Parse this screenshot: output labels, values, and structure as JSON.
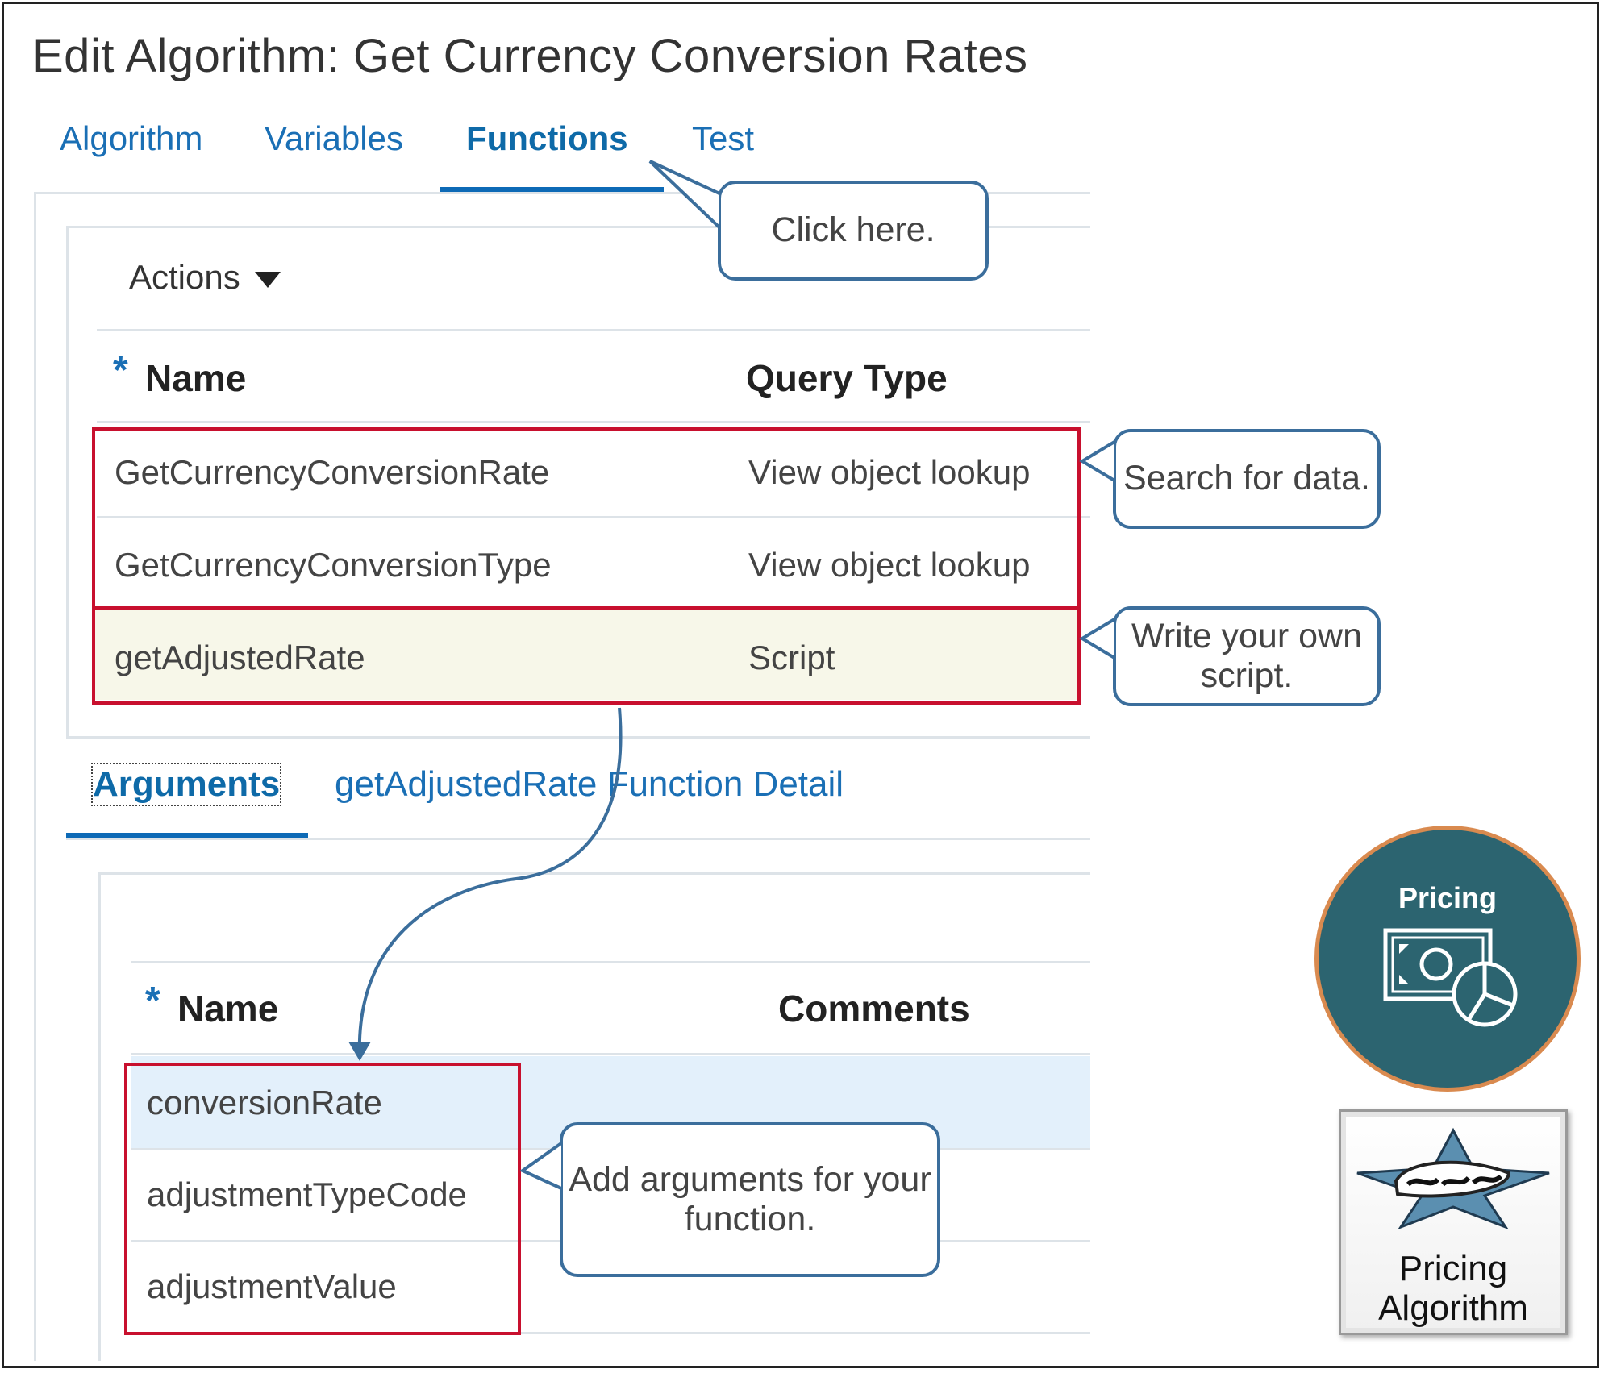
{
  "page_title": "Edit Algorithm: Get Currency Conversion Rates",
  "tabs": [
    {
      "label": "Algorithm"
    },
    {
      "label": "Variables"
    },
    {
      "label": "Functions"
    },
    {
      "label": "Test"
    }
  ],
  "actions_label": "Actions",
  "functions_table": {
    "required_marker": "*",
    "headers": [
      "Name",
      "Query Type"
    ],
    "rows": [
      {
        "name": "GetCurrencyConversionRate",
        "query_type": "View object lookup"
      },
      {
        "name": "GetCurrencyConversionType",
        "query_type": "View object lookup"
      },
      {
        "name": "getAdjustedRate",
        "query_type": "Script"
      }
    ]
  },
  "subtabs": [
    {
      "label": "Arguments"
    },
    {
      "label": "getAdjustedRate Function Detail"
    }
  ],
  "arguments_table": {
    "required_marker": "*",
    "headers": [
      "Name",
      "Comments"
    ],
    "rows": [
      {
        "name": "conversionRate"
      },
      {
        "name": "adjustmentTypeCode"
      },
      {
        "name": "adjustmentValue"
      }
    ]
  },
  "callouts": {
    "click_here": "Click here.",
    "search": "Search for data.",
    "write_script": "Write your own script.",
    "add_arguments": "Add arguments for your function."
  },
  "badge": {
    "label": "Pricing",
    "icon": "pricing-icon"
  },
  "groovy_card": {
    "logo_icon": "groovy-logo-icon",
    "label": "Pricing Algorithm"
  },
  "colors": {
    "accent": "#0d6ab6",
    "link": "#1a6fb5",
    "highlight_box": "#c8102e",
    "callout_border": "#3b6e9c",
    "badge_fill": "#2c6470",
    "badge_ring": "#d98a4f"
  }
}
